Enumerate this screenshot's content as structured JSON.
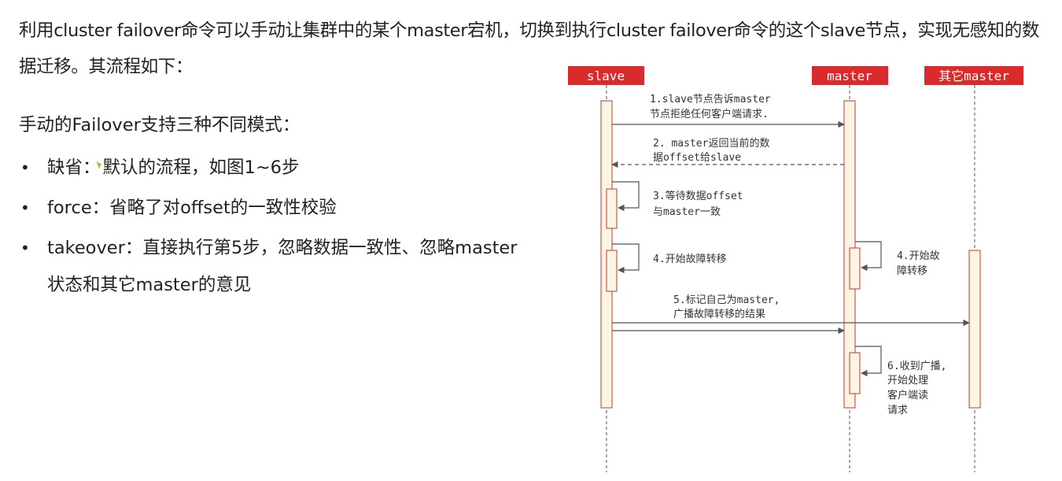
{
  "intro": "利用cluster failover命令可以手动让集群中的某个master宕机，切换到执行cluster failover命令的这个slave节点，实现无感知的数据迁移。其流程如下：",
  "modes_heading": "手动的Failover支持三种不同模式：",
  "modes": [
    {
      "bullet": "•",
      "text_before": "缺省：",
      "text_after": "默认的流程，如图1~6步"
    },
    {
      "bullet": "•",
      "text": "force：省略了对offset的一致性校验"
    },
    {
      "bullet": "•",
      "text": "takeover：直接执行第5步，忽略数据一致性、忽略master状态和其它master的意见"
    }
  ],
  "diagram": {
    "participants": [
      "slave",
      "master",
      "其它master"
    ],
    "colors": {
      "header_bg": "#d92b2b",
      "header_text": "#ffffff",
      "activation_fill": "#fcf5e4",
      "activation_stroke": "#c0392b",
      "line": "#555555"
    },
    "steps": {
      "s1": [
        "1.slave节点告诉master",
        "节点拒绝任何客户端请求."
      ],
      "s2": [
        "2. master返回当前的数",
        "据offset给slave"
      ],
      "s3": [
        "3.等待数据offset",
        "与master一致"
      ],
      "s4a": [
        "4.开始故障转移"
      ],
      "s4b": [
        "4.开始故",
        "障转移"
      ],
      "s5": [
        "5.标记自己为master,",
        "广播故障转移的结果"
      ],
      "s6": [
        "6.收到广播,",
        "开始处理",
        "客户端读",
        "请求"
      ]
    }
  }
}
